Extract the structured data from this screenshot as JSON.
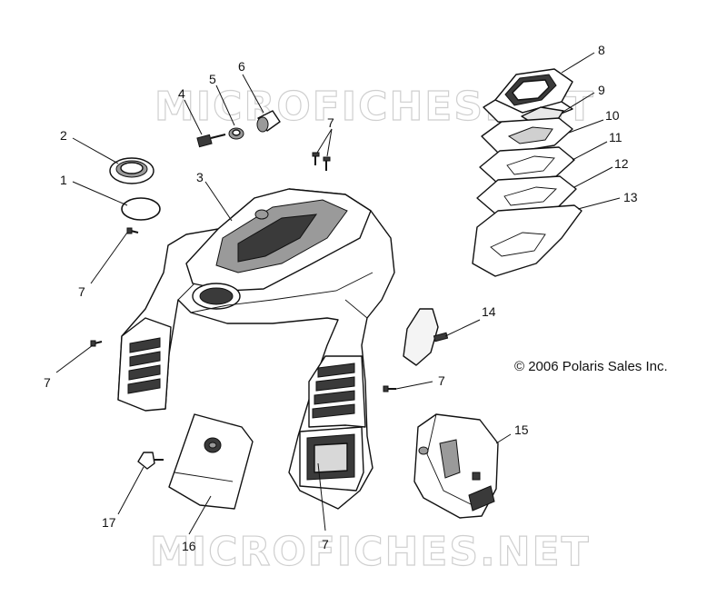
{
  "watermark": {
    "top": "MICROFICHES.NET",
    "bottom": "MICROFICHES.NET"
  },
  "copyright": "© 2006 Polaris Sales Inc.",
  "callouts": [
    "1",
    "2",
    "3",
    "4",
    "5",
    "6",
    "7",
    "8",
    "9",
    "10",
    "11",
    "12",
    "13",
    "14",
    "15",
    "16",
    "17"
  ],
  "callout_7_instances": [
    "7",
    "7",
    "7",
    "7",
    "7"
  ]
}
